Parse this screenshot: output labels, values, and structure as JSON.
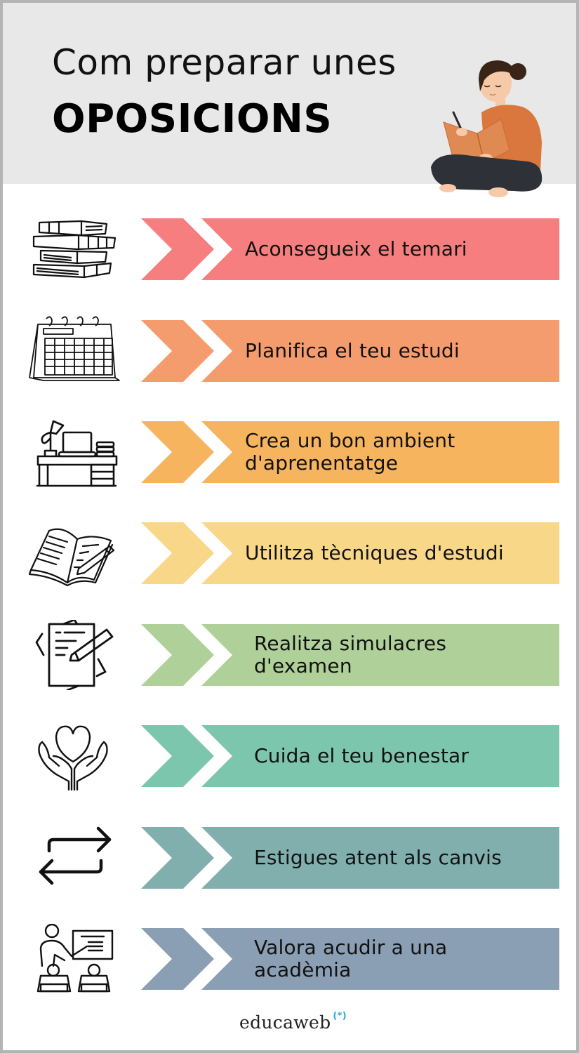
{
  "header": {
    "title_line1": "Com preparar unes",
    "title_line2": "OPOSICIONS",
    "background_color": "#e8e8e8",
    "illustration": "woman-reading-book-illustration"
  },
  "steps": [
    {
      "label_line1": "Aconsegueix el temari",
      "label_line2": "",
      "color": "#f77e7e",
      "icon": "stack-of-books-icon"
    },
    {
      "label_line1": "Planifica el teu estudi",
      "label_line2": "",
      "color": "#f59c6e",
      "icon": "calendar-icon"
    },
    {
      "label_line1": "Crea un bon ambient",
      "label_line2": "d'aprenentatge",
      "color": "#f6b45f",
      "icon": "study-desk-icon"
    },
    {
      "label_line1": "Utilitza tècniques d'estudi",
      "label_line2": "",
      "color": "#f8d788",
      "icon": "open-notebook-pencil-icon"
    },
    {
      "label_line1": "Realitza simulacres",
      "label_line2": "d'examen",
      "color": "#afd199",
      "icon": "exam-sheet-pencil-icon"
    },
    {
      "label_line1": "Cuida el teu benestar",
      "label_line2": "",
      "color": "#7dc6ae",
      "icon": "heart-in-hands-icon"
    },
    {
      "label_line1": "Estigues atent als canvis",
      "label_line2": "",
      "color": "#80afad",
      "icon": "swap-arrows-icon"
    },
    {
      "label_line1": "Valora acudir a una",
      "label_line2": "acadèmia",
      "color": "#8a9fb3",
      "icon": "classroom-teacher-icon"
    }
  ],
  "footer": {
    "brand": "educaweb",
    "brand_mark": "(*)",
    "brand_mark_color": "#29a8dd"
  }
}
